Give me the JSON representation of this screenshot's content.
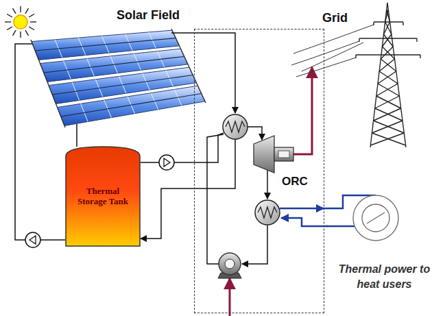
{
  "diagram": {
    "nodes": [
      {
        "text": [
          "ORC"
        ]
      },
      {
        "text": [
          "Thermal Storage Tank"
        ]
      }
    ],
    "edges": [
      {
        "from": 1,
        "to": 0,
        "arrow": "none"
      },
      {
        "from": 0,
        "to": 1,
        "arrow": "to"
      }
    ],
    "labels": [
      "Solar Field",
      "Grid",
      "Thermal power to heat users"
    ]
  }
}
